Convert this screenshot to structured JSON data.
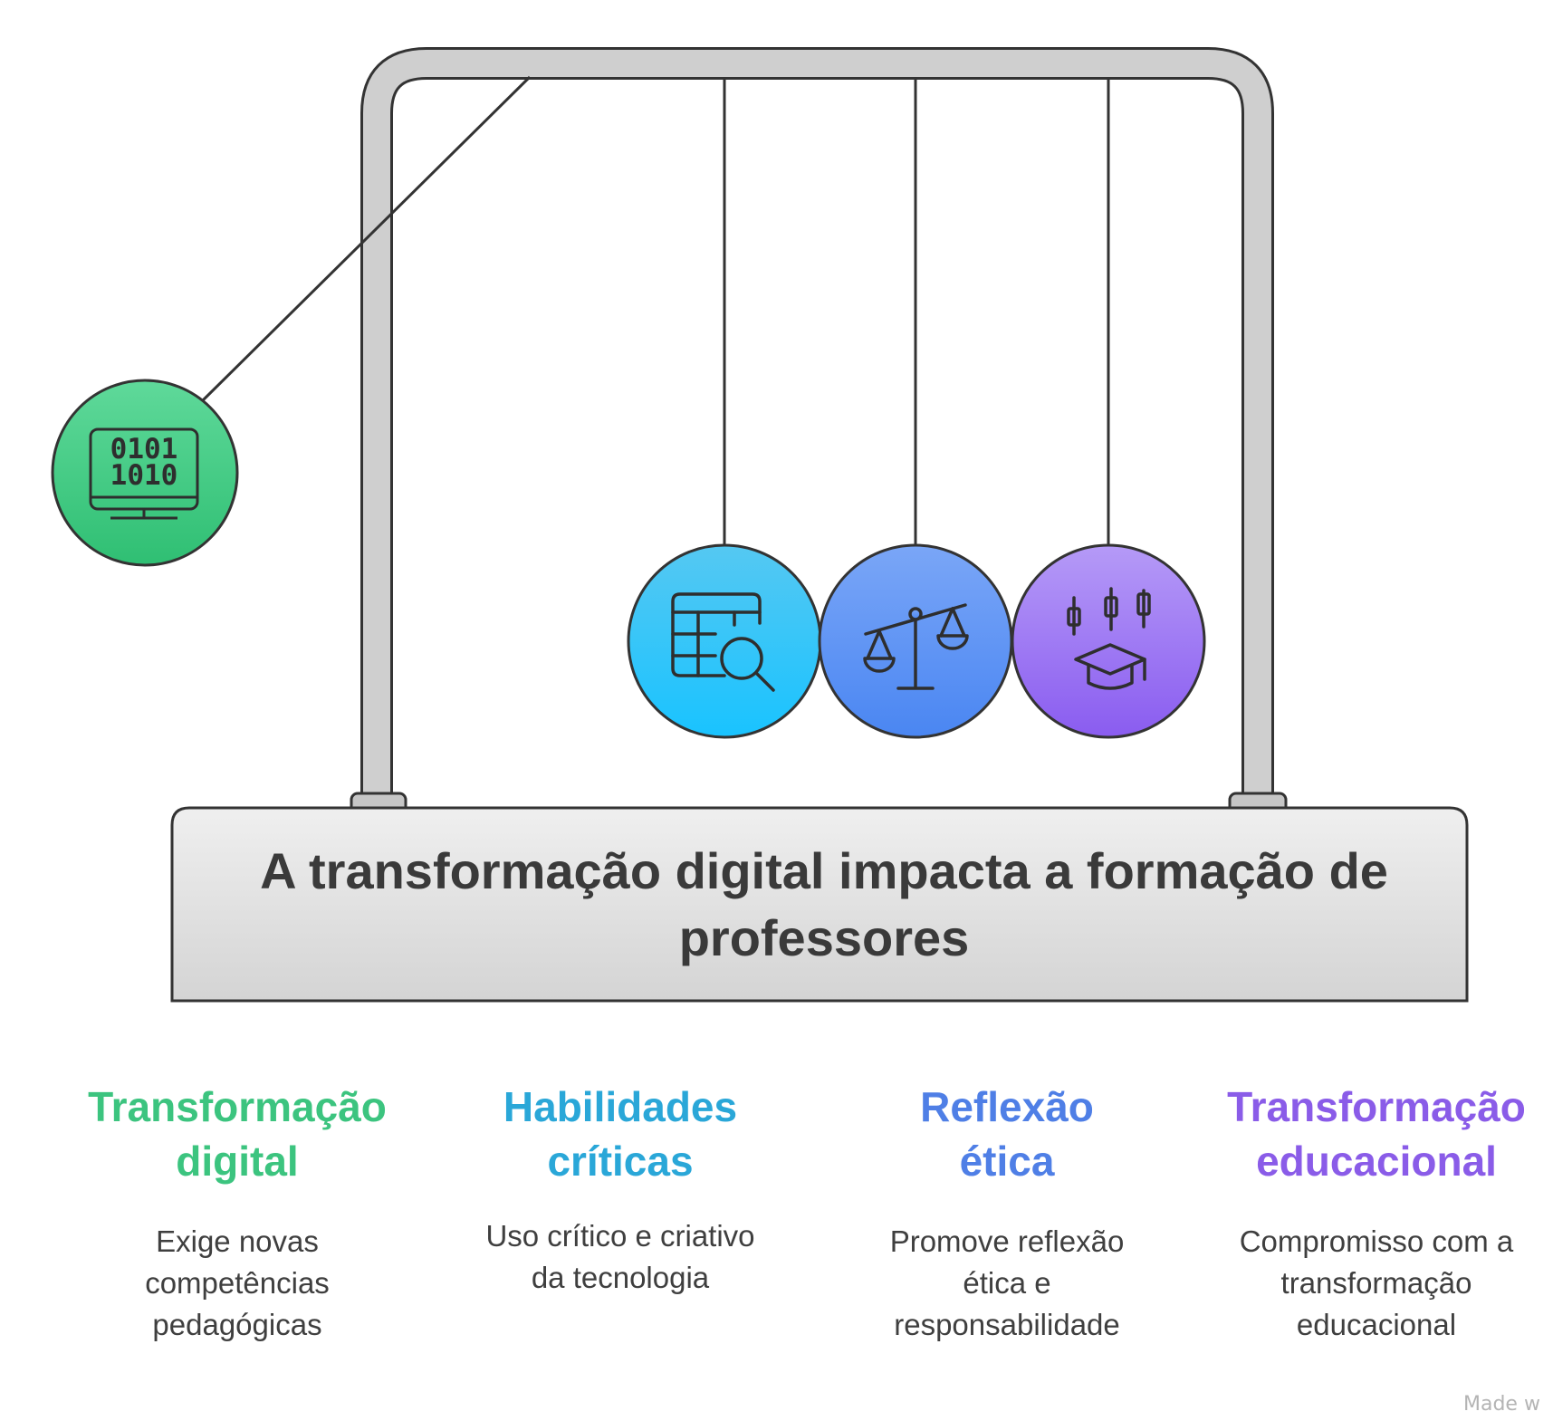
{
  "title": {
    "lines": [
      "A transformação digital impacta a formação de",
      "professores"
    ]
  },
  "items": [
    {
      "icon": "binary-monitor-icon",
      "color": "#3cc47f",
      "heading_lines": [
        "Transformação",
        "digital"
      ],
      "body_lines": [
        "Exige novas",
        "competências",
        "pedagógicas"
      ]
    },
    {
      "icon": "table-search-icon",
      "color": "#2aa7d8",
      "heading_lines": [
        "Habilidades",
        "críticas"
      ],
      "body_lines": [
        "Uso crítico e criativo",
        "da tecnologia"
      ]
    },
    {
      "icon": "scales-icon",
      "color": "#4f7fe6",
      "heading_lines": [
        "Reflexão",
        "ética"
      ],
      "body_lines": [
        "Promove reflexão",
        "ética e",
        "responsabilidade"
      ]
    },
    {
      "icon": "graduation-chart-icon",
      "color": "#8a5ce8",
      "heading_lines": [
        "Transformação",
        "educacional"
      ],
      "body_lines": [
        "Compromisso com a",
        "transformação",
        "educacional"
      ]
    }
  ],
  "watermark": "Made w"
}
